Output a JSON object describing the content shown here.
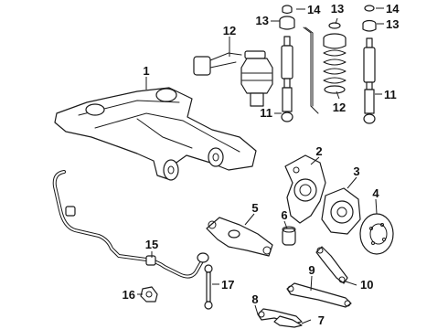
{
  "callouts": [
    {
      "number": "1"
    },
    {
      "number": "2"
    },
    {
      "number": "3"
    },
    {
      "number": "4"
    },
    {
      "number": "5"
    },
    {
      "number": "6"
    },
    {
      "number": "7"
    },
    {
      "number": "8"
    },
    {
      "number": "9"
    },
    {
      "number": "10"
    },
    {
      "number": "11"
    },
    {
      "number": "11"
    },
    {
      "number": "12"
    },
    {
      "number": "12"
    },
    {
      "number": "13"
    },
    {
      "number": "13"
    },
    {
      "number": "13"
    },
    {
      "number": "14"
    },
    {
      "number": "14"
    },
    {
      "number": "15"
    },
    {
      "number": "16"
    },
    {
      "number": "17"
    }
  ]
}
